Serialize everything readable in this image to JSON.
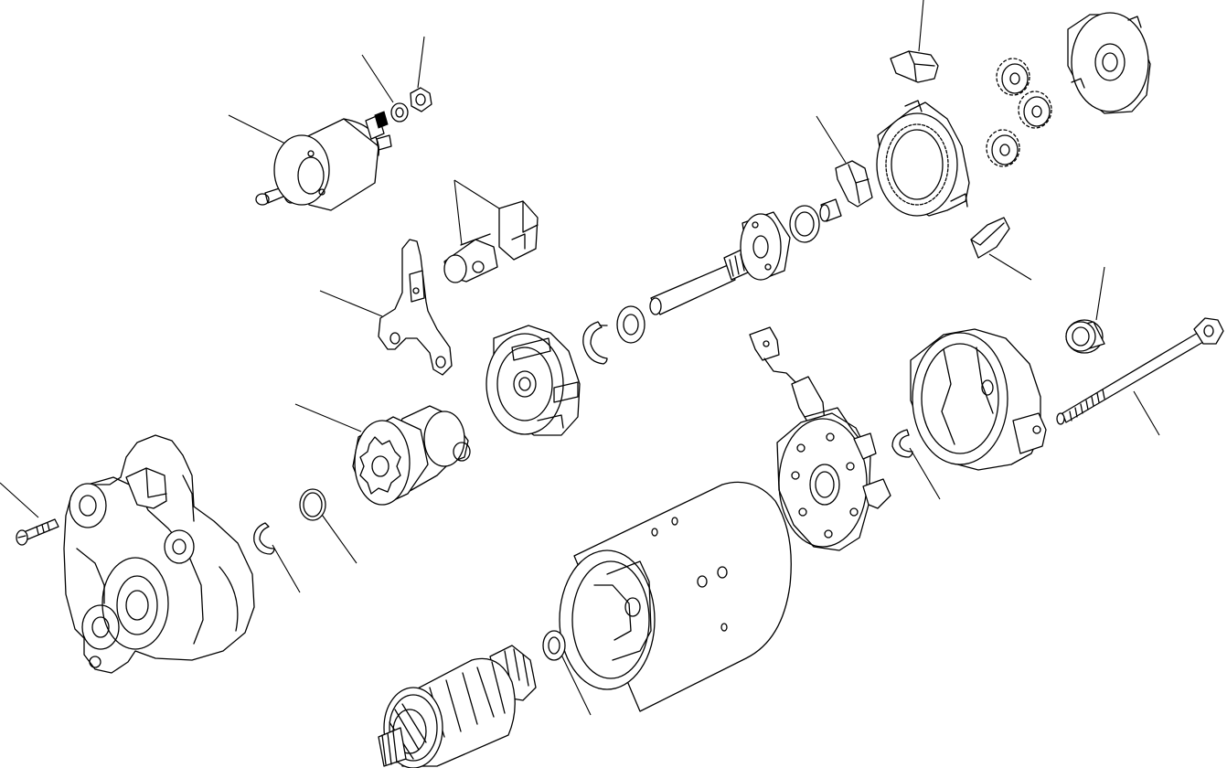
{
  "figure": {
    "kind": "exploded-parts-diagram",
    "printed_text": [],
    "colors": {
      "line": "#000000",
      "background": "#ffffff"
    }
  },
  "parts": [
    {
      "id": "solenoid-switch"
    },
    {
      "id": "solenoid-washer"
    },
    {
      "id": "solenoid-nut"
    },
    {
      "id": "plunger-joint"
    },
    {
      "id": "spacer-block"
    },
    {
      "id": "shift-lever"
    },
    {
      "id": "bracket-cover"
    },
    {
      "id": "snap-ring-upper"
    },
    {
      "id": "thrust-washer-upper"
    },
    {
      "id": "output-shaft"
    },
    {
      "id": "thrust-washer-mid"
    },
    {
      "id": "bearing-sleeve"
    },
    {
      "id": "brush-small"
    },
    {
      "id": "internal-gear"
    },
    {
      "id": "brush-top"
    },
    {
      "id": "planetary-gear-1"
    },
    {
      "id": "planetary-gear-2"
    },
    {
      "id": "planetary-gear-3"
    },
    {
      "id": "shaft-cover"
    },
    {
      "id": "brush-wedge"
    },
    {
      "id": "pinion-clutch"
    },
    {
      "id": "stopper-ring"
    },
    {
      "id": "retainer-snap-ring"
    },
    {
      "id": "front-housing"
    },
    {
      "id": "housing-screw"
    },
    {
      "id": "brush-holder"
    },
    {
      "id": "rear-snap-ring"
    },
    {
      "id": "rear-end-frame"
    },
    {
      "id": "rear-bushing"
    },
    {
      "id": "through-bolt"
    },
    {
      "id": "yoke"
    },
    {
      "id": "armature-washer"
    },
    {
      "id": "armature"
    }
  ]
}
